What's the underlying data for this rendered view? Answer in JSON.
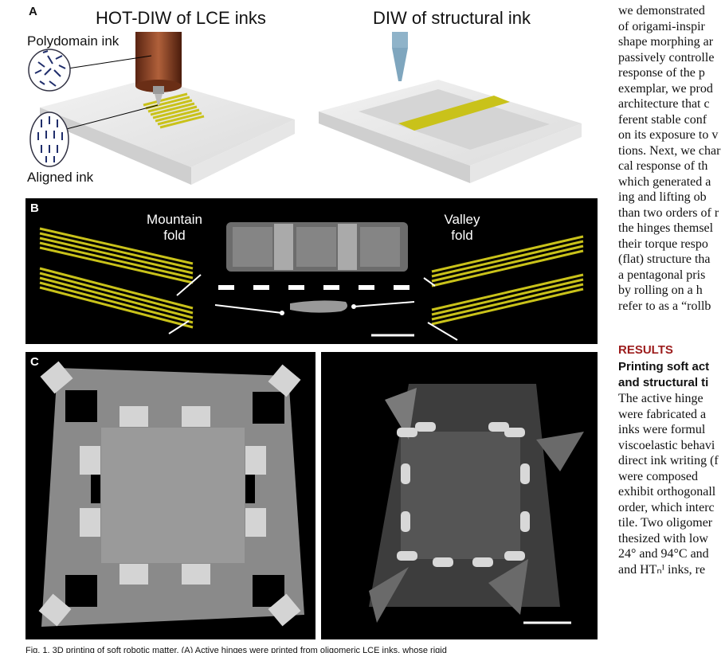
{
  "figure": {
    "panel_a": {
      "letter": "A",
      "title_left": "HOT-DIW of LCE inks",
      "title_right": "DIW of structural ink",
      "label_polydomain": "Polydomain ink",
      "label_aligned": "Aligned ink"
    },
    "panel_b": {
      "letter": "B",
      "label_mountain": [
        "Mountain",
        "fold"
      ],
      "label_valley": [
        "Valley",
        "fold"
      ]
    },
    "panel_c": {
      "letter": "C"
    },
    "caption": "Fig. 1. 3D printing of soft robotic matter. (A) Active hinges were printed from oligomeric LCE inks, whose rigid"
  },
  "text_column": {
    "lines_top": [
      "we demonstrated",
      "of origami-inspir",
      "shape morphing ar",
      "passively controlle",
      "response of the p",
      "exemplar, we prod",
      "architecture that c",
      "ferent stable conf",
      "on its exposure to v",
      "tions. Next, we char",
      "cal response of th",
      "which generated a",
      "ing and lifting ob",
      "than two orders of r",
      "the hinges themsel",
      "their torque respo",
      "(flat) structure tha",
      "a pentagonal pris",
      "by rolling on a h",
      "refer to as a “rollb"
    ],
    "section_heading": "RESULTS",
    "subheading": [
      "Printing soft act",
      "and structural ti"
    ],
    "lines_bottom": [
      "The active hinge",
      "were fabricated a",
      "inks were formul",
      "viscoelastic behavi",
      "direct ink writing (f",
      "were composed",
      "exhibit orthogonall",
      "order, which interc",
      "tile. Two oligomer",
      "thesized with low",
      "24° and 94°C and",
      "and HTₙᴵ inks, re"
    ]
  },
  "colors": {
    "lce_yellow": "#c9c21a",
    "nozzle_copper": "#7a3a1f",
    "nozzle_blue": "#8fb3c9",
    "results_red": "#9c1c1c"
  }
}
